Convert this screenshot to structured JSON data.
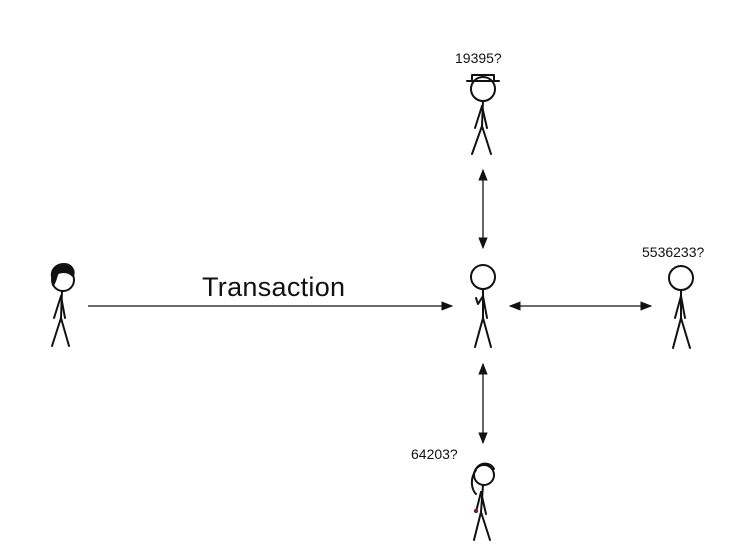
{
  "diagram": {
    "transaction_label": "Transaction",
    "guesses": {
      "top": "19395?",
      "right": "5536233?",
      "bottom": "64203?"
    }
  },
  "colors": {
    "ink": "#111111",
    "background": "#ffffff",
    "earring_accent": "#7a1a2a"
  },
  "figures": [
    {
      "role": "sender",
      "description_icon": "stick-figure-black-hair-icon"
    },
    {
      "role": "receiver",
      "description_icon": "stick-figure-plain-icon"
    },
    {
      "role": "observer-top",
      "description_icon": "stick-figure-hat-icon"
    },
    {
      "role": "observer-right",
      "description_icon": "stick-figure-plain-icon"
    },
    {
      "role": "observer-bottom",
      "description_icon": "stick-figure-ponytail-icon"
    }
  ]
}
